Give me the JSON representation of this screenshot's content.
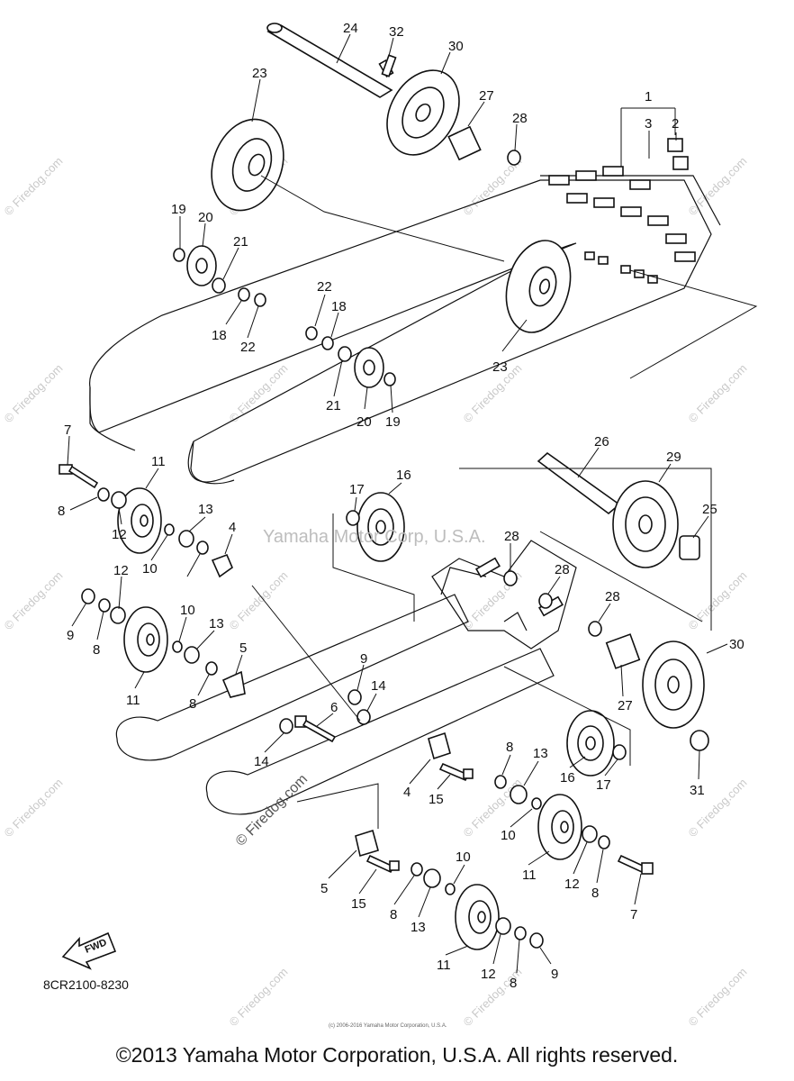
{
  "diagram": {
    "center_watermark": "Yamaha Motor Corp, U.S.A.",
    "diagonal_watermark": "© Firedog.com",
    "corner_watermark": "© Firedog.com",
    "part_code": "8CR2100-8230",
    "fwd_label": "FWD",
    "small_credit": "(c) 2006-2016 Yamaha Motor Corporation, U.S.A.",
    "callouts": [
      "24",
      "32",
      "30",
      "23",
      "27",
      "28",
      "1",
      "3",
      "2",
      "19",
      "20",
      "21",
      "22",
      "18",
      "18",
      "22",
      "18",
      "22",
      "23",
      "21",
      "20",
      "19",
      "7",
      "11",
      "8",
      "12",
      "16",
      "17",
      "26",
      "29",
      "25",
      "13",
      "4",
      "10",
      "12",
      "9",
      "8",
      "11",
      "10",
      "13",
      "28",
      "28",
      "28",
      "5",
      "9",
      "14",
      "8",
      "6",
      "14",
      "30",
      "27",
      "31",
      "8",
      "13",
      "16",
      "17",
      "4",
      "15",
      "10",
      "11",
      "12",
      "8",
      "7",
      "5",
      "15",
      "8",
      "13",
      "10",
      "11",
      "12",
      "8",
      "9"
    ]
  },
  "footer": {
    "copyright": "©2013 Yamaha Motor Corporation, U.S.A. All rights reserved."
  }
}
